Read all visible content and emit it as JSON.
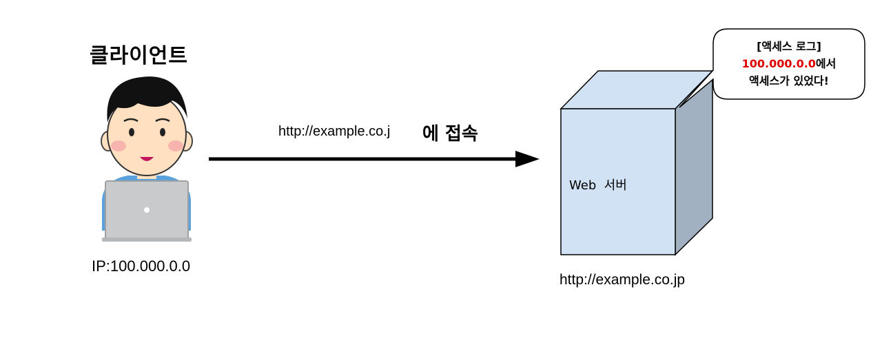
{
  "client": {
    "title": "클라이언트",
    "ip_label": "IP:100.000.0.0"
  },
  "request": {
    "url": "http://example.co.j",
    "suffix": "에 접속"
  },
  "server": {
    "label": "Web  서버",
    "url": "http://example.co.jp"
  },
  "log_bubble": {
    "line1": "[액세스 로그]",
    "ip": "100.000.0.0",
    "line2_suffix": "에서",
    "line3": "액세스가 있었다!"
  },
  "colors": {
    "server_front": "#d0e2f3",
    "server_side": "#a2b1c2",
    "highlight": "#e00000",
    "skin": "#ffe0c0",
    "shirt": "#5ba1dc",
    "laptop": "#c8cacc"
  },
  "icons": [
    "person-with-laptop-icon",
    "arrow-right-icon",
    "server-box-icon",
    "speech-bubble-icon"
  ]
}
